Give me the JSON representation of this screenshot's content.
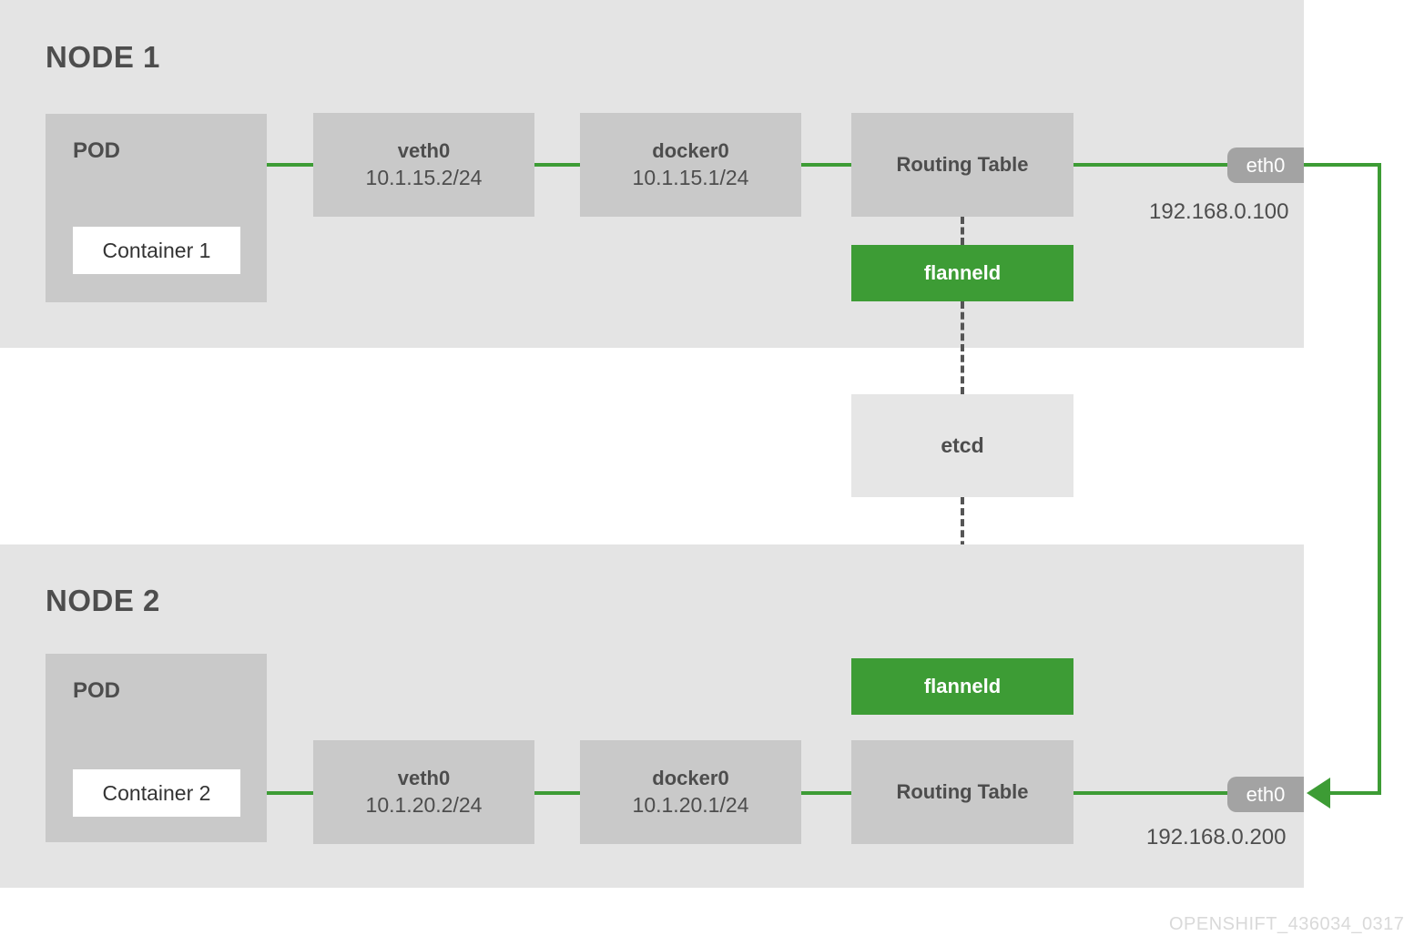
{
  "diagram": {
    "caption": "OPENSHIFT_436034_0317",
    "colors": {
      "panel_bg": "#e4e4e4",
      "box_gray": "#c9c9c9",
      "flannel_green": "#3d9c35",
      "link_green": "#3d9c35",
      "etcd_gray": "#e6e6e6",
      "eth_pill_gray": "#a3a3a3",
      "text_gray": "#4d4d4d",
      "dashed_gray": "#555555"
    }
  },
  "node1": {
    "title": "NODE 1",
    "pod": {
      "label": "POD",
      "container": "Container 1"
    },
    "veth": {
      "name": "veth0",
      "address": "10.1.15.2/24"
    },
    "docker": {
      "name": "docker0",
      "address": "10.1.15.1/24"
    },
    "routing_table": "Routing Table",
    "flanneld": "flanneld",
    "eth": {
      "name": "eth0",
      "address": "192.168.0.100"
    }
  },
  "node2": {
    "title": "NODE 2",
    "pod": {
      "label": "POD",
      "container": "Container 2"
    },
    "veth": {
      "name": "veth0",
      "address": "10.1.20.2/24"
    },
    "docker": {
      "name": "docker0",
      "address": "10.1.20.1/24"
    },
    "routing_table": "Routing Table",
    "flanneld": "flanneld",
    "eth": {
      "name": "eth0",
      "address": "192.168.0.200"
    }
  },
  "shared": {
    "etcd": "etcd"
  }
}
